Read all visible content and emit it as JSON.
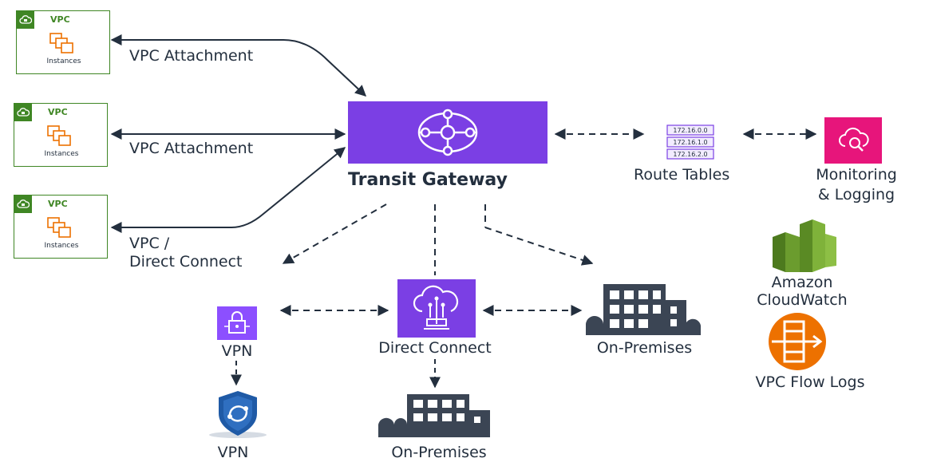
{
  "vpcs": [
    {
      "vpc_label": "VPC",
      "instances_label": "Instances"
    },
    {
      "vpc_label": "VPC",
      "instances_label": "Instances"
    },
    {
      "vpc_label": "VPC",
      "instances_label": "Instances"
    }
  ],
  "labels": {
    "vpc_attachment_1": "VPC Attachment",
    "vpc_attachment_2": "VPC Attachment",
    "vpc_dc_line1": "VPC /",
    "vpc_dc_line2": "Direct Connect",
    "transit_gateway": "Transit Gateway",
    "route_tables": "Route Tables",
    "monitoring_line1": "Monitoring",
    "monitoring_line2": "& Logging",
    "cloudwatch_line1": "Amazon",
    "cloudwatch_line2": "CloudWatch",
    "flow_logs": "VPC Flow Logs",
    "vpn_top": "VPN",
    "vpn_bottom": "VPN",
    "direct_connect": "Direct Connect",
    "on_premises_right": "On-Premises",
    "on_premises_bottom": "On-Premises"
  },
  "route_table_rows": [
    "172.16.0.0",
    "172.16.1.0",
    "172.16.2.0"
  ],
  "icons": {
    "tgw": "transit-gateway-icon",
    "dc": "direct-connect-icon",
    "vpn": "vpn-lock-icon",
    "vpn_shield": "vpn-shield-icon",
    "route_tables": "route-table-icon",
    "monitoring": "monitoring-search-icon",
    "cloudwatch": "cloudwatch-icon",
    "flow_logs": "flow-logs-icon",
    "building": "building-icon"
  },
  "colors": {
    "vpc_green": "#3f8624",
    "instance_orange": "#ed7100",
    "purple": "#7b3fe4",
    "pink": "#e7157b",
    "cloudwatch_green": "#6b9c2e",
    "flowlogs_orange": "#ed7100",
    "text": "#232f3e"
  }
}
